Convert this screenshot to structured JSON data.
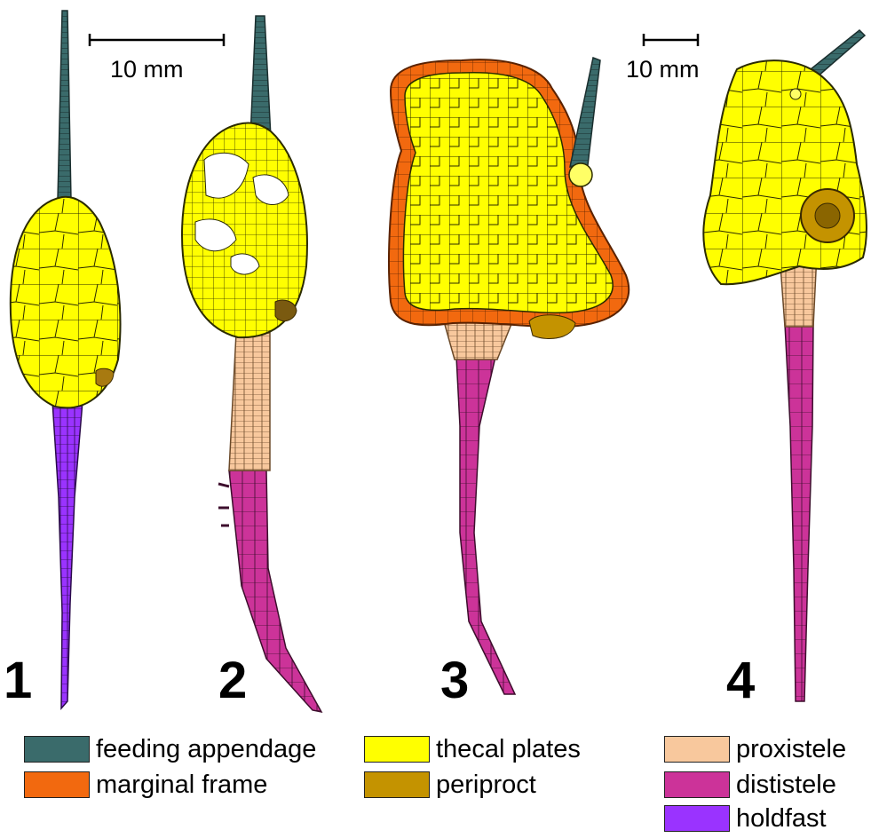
{
  "scale_bars": [
    {
      "label": "10 mm"
    },
    {
      "label": "10 mm"
    }
  ],
  "specimens": [
    {
      "number": "1"
    },
    {
      "number": "2"
    },
    {
      "number": "3"
    },
    {
      "number": "4"
    }
  ],
  "legend": [
    {
      "label": "feeding appendage",
      "color": "#3a6b6b"
    },
    {
      "label": "marginal frame",
      "color": "#f2690f"
    },
    {
      "label": "thecal plates",
      "color": "#ffff00"
    },
    {
      "label": "periproct",
      "color": "#c49300"
    },
    {
      "label": "proxistele",
      "color": "#f8c89d"
    },
    {
      "label": "dististele",
      "color": "#cc3399"
    },
    {
      "label": "holdfast",
      "color": "#9a33ff"
    }
  ]
}
